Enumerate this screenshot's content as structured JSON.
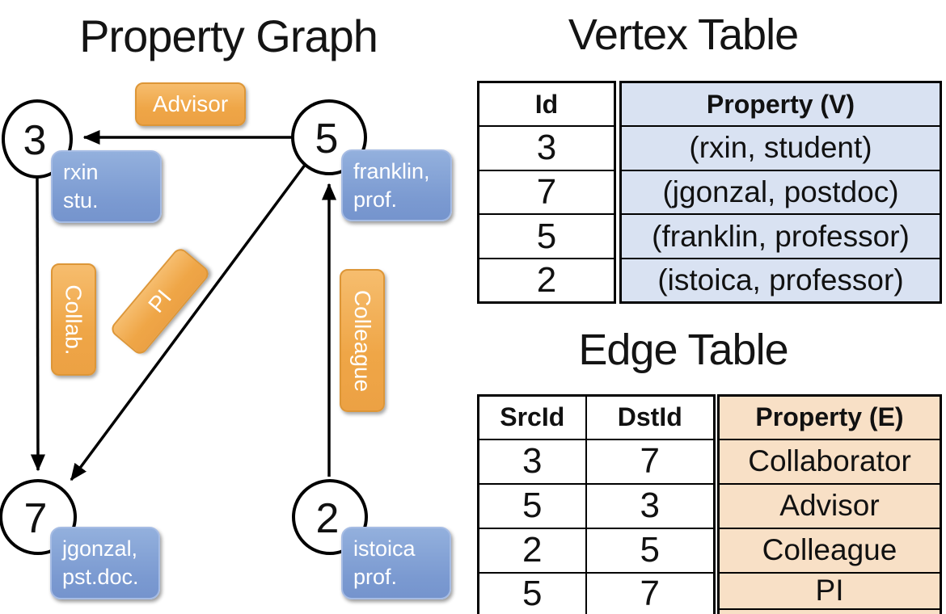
{
  "titles": {
    "property_graph": "Property Graph",
    "vertex_table": "Vertex Table",
    "edge_table": "Edge Table"
  },
  "graph": {
    "nodes": [
      {
        "id": "3",
        "label_line1": "rxin",
        "label_line2": "stu."
      },
      {
        "id": "5",
        "label_line1": "franklin,",
        "label_line2": "prof."
      },
      {
        "id": "7",
        "label_line1": "jgonzal,",
        "label_line2": "pst.doc."
      },
      {
        "id": "2",
        "label_line1": "istoica",
        "label_line2": "prof."
      }
    ],
    "edge_labels": {
      "advisor": "Advisor",
      "collab": "Collab.",
      "pi": "PI",
      "colleague": "Colleague"
    }
  },
  "vertex_table": {
    "headers": {
      "id": "Id",
      "property": "Property (V)"
    },
    "rows": [
      {
        "id": "3",
        "property": "(rxin, student)"
      },
      {
        "id": "7",
        "property": "(jgonzal, postdoc)"
      },
      {
        "id": "5",
        "property": "(franklin, professor)"
      },
      {
        "id": "2",
        "property": "(istoica, professor)"
      }
    ]
  },
  "edge_table": {
    "headers": {
      "src": "SrcId",
      "dst": "DstId",
      "property": "Property (E)"
    },
    "rows": [
      {
        "src": "3",
        "dst": "7",
        "property": "Collaborator"
      },
      {
        "src": "5",
        "dst": "3",
        "property": "Advisor"
      },
      {
        "src": "2",
        "dst": "5",
        "property": "Colleague"
      },
      {
        "src": "5",
        "dst": "7",
        "property": "PI"
      }
    ]
  },
  "colors": {
    "edge_label_fill": "#EFA647",
    "vertex_label_fill": "#7F9DD2",
    "vertex_property_fill": "#D9E2F2",
    "edge_property_fill": "#F8E0C6",
    "line": "#000000"
  }
}
